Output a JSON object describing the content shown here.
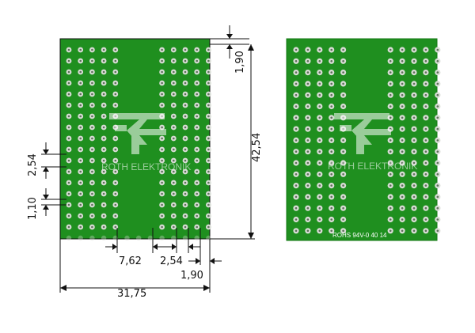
{
  "colors": {
    "board": "#1f8f1f",
    "board_dark": "#167a16",
    "pad": "#d9ddd6",
    "hole": "#5d6f5a",
    "line": "#111111",
    "watermark": "#ffffff"
  },
  "dimensions": {
    "top_margin": "1,90",
    "height": "42,54",
    "pitch_left": "2,54",
    "pad_offset": "1,10",
    "offset_762": "7,62",
    "pitch_bottom": "2,54",
    "right_margin": "1,90",
    "width": "31,75"
  },
  "watermark": {
    "text": "ROTH ELEKTRONIK"
  },
  "board_marking": {
    "text": "ROHS  94V-0  40 14"
  },
  "grid": {
    "rows": 17,
    "cols": 13,
    "cut_columns": [
      5,
      6,
      7
    ]
  }
}
